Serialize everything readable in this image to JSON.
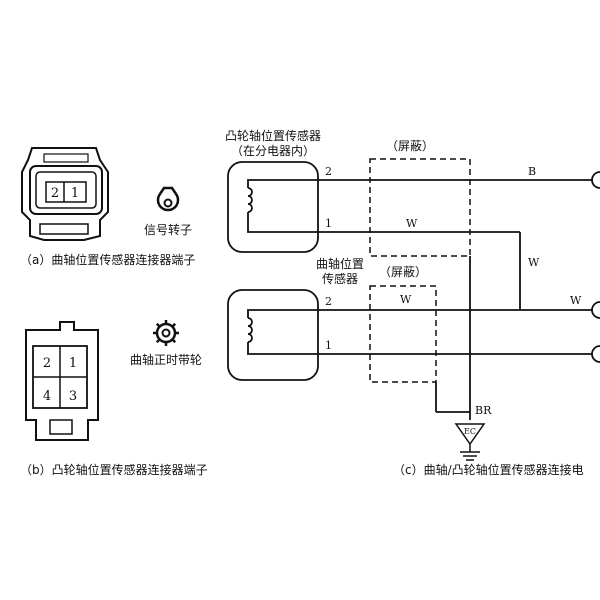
{
  "panel_a": {
    "pin_labels": [
      "2",
      "1"
    ],
    "rotor_label": "信号转子",
    "caption": "（a）曲轴位置传感器连接器端子"
  },
  "panel_b": {
    "pin_labels": [
      "2",
      "1",
      "4",
      "3"
    ],
    "pulley_label": "曲轴正时带轮",
    "caption": "（b）凸轮轴位置传感器连接器端子"
  },
  "panel_c": {
    "cam_sensor": {
      "line1": "凸轮轴位置传感器",
      "line2": "（在分电器内）"
    },
    "crank_sensor": {
      "line1": "曲轴位置",
      "line2": "传感器"
    },
    "shield_top": "（屏蔽）",
    "shield_bottom": "（屏蔽）",
    "cam_pins": [
      "2",
      "1"
    ],
    "crank_pins": [
      "2",
      "1"
    ],
    "wire_colors": {
      "b": "B",
      "w_top": "W",
      "w_vertical": "W",
      "w_right": "W",
      "w_crank": "W",
      "br": "BR"
    },
    "ground_label": "EC",
    "caption": "（c）曲轴/凸轮轴位置传感器连接电"
  },
  "colors": {
    "ink": "#111111",
    "background": "#ffffff"
  }
}
